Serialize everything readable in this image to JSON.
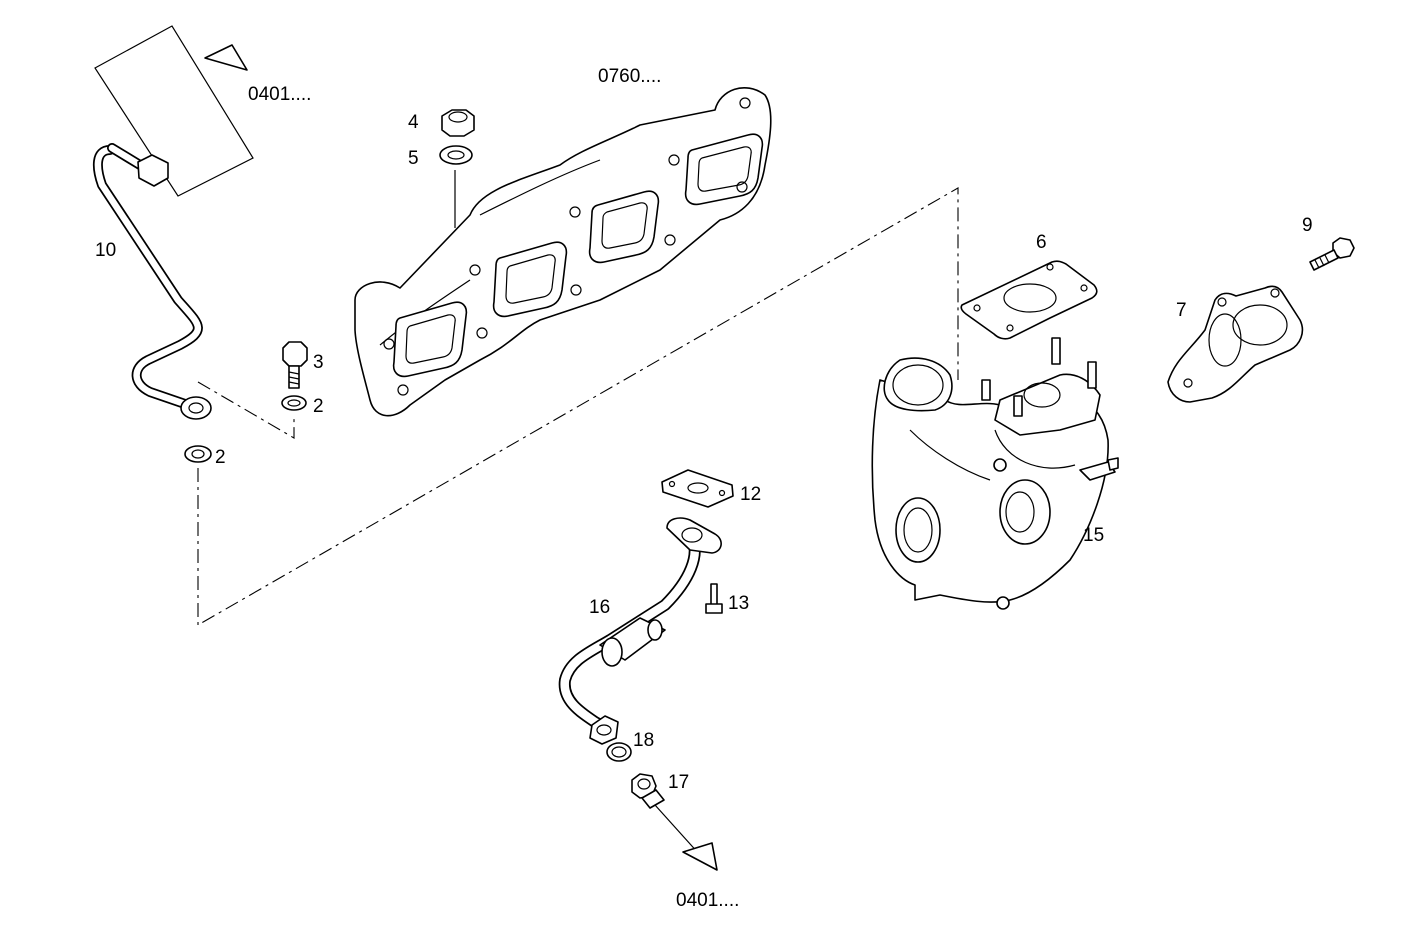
{
  "refs": {
    "top_ref": "0401....",
    "bottom_ref": "0401....",
    "manifold_ref": "0760...."
  },
  "parts": [
    {
      "id": "p2a",
      "label": "2"
    },
    {
      "id": "p2b",
      "label": "2"
    },
    {
      "id": "p3",
      "label": "3"
    },
    {
      "id": "p4",
      "label": "4"
    },
    {
      "id": "p5",
      "label": "5"
    },
    {
      "id": "p6",
      "label": "6"
    },
    {
      "id": "p7",
      "label": "7"
    },
    {
      "id": "p9",
      "label": "9"
    },
    {
      "id": "p10",
      "label": "10"
    },
    {
      "id": "p12",
      "label": "12"
    },
    {
      "id": "p13",
      "label": "13"
    },
    {
      "id": "p15",
      "label": "15"
    },
    {
      "id": "p16",
      "label": "16"
    },
    {
      "id": "p17",
      "label": "17"
    },
    {
      "id": "p18",
      "label": "18"
    }
  ]
}
